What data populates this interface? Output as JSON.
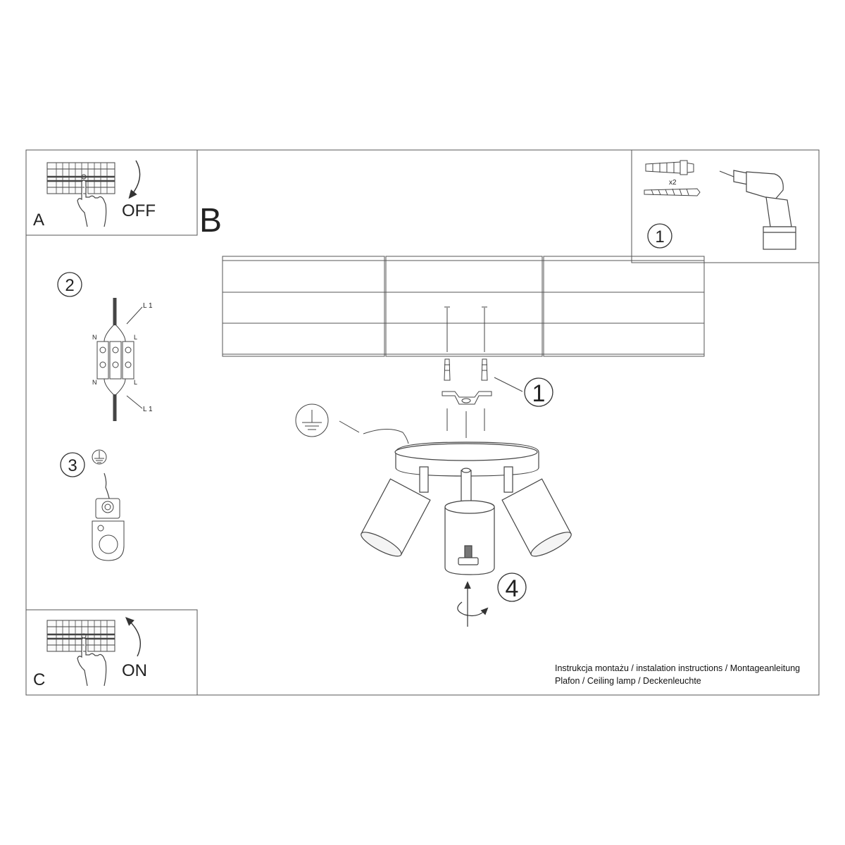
{
  "panels": {
    "A": {
      "letter": "A",
      "action": "OFF"
    },
    "B": {
      "letter": "B"
    },
    "C": {
      "letter": "C",
      "action": "ON"
    }
  },
  "steps": {
    "tools": {
      "number": "1",
      "quantity": "x2"
    },
    "wiring": {
      "number": "2",
      "labels": {
        "l1_top": "L 1",
        "l1_bottom": "L 1",
        "n_top": "N",
        "n_bottom": "N",
        "l_top": "L",
        "l_bottom": "L"
      }
    },
    "ground": {
      "number": "3"
    },
    "mount": {
      "number": "1"
    },
    "fixture": {
      "number": "4"
    }
  },
  "footer": {
    "line1": "Instrukcja montażu / instalation instructions / Montageanleitung",
    "line2": "Plafon / Ceiling lamp / Deckenleuchte"
  }
}
